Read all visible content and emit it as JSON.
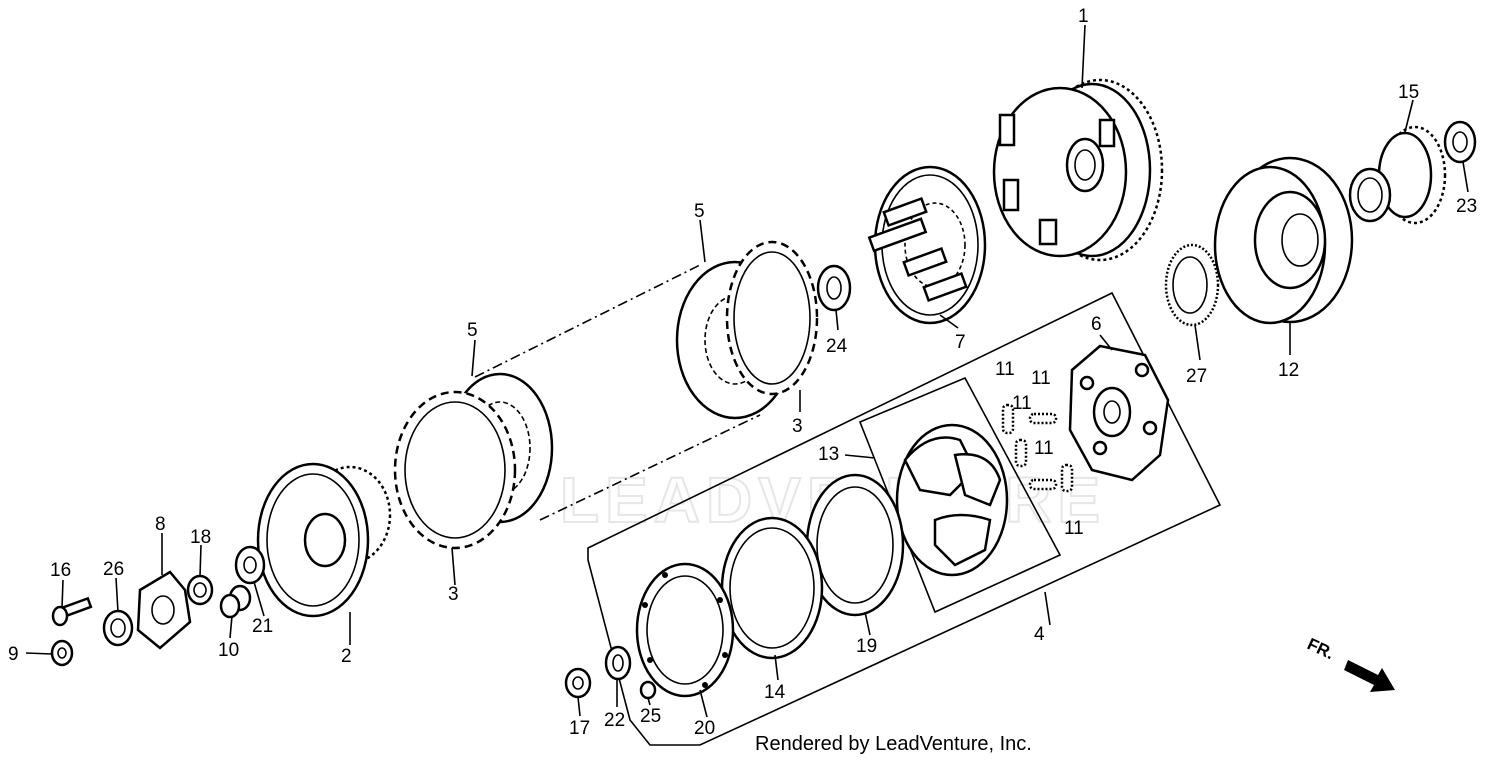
{
  "watermark": "LEADVENTURE",
  "callouts": [
    {
      "id": "c1",
      "text": "1"
    },
    {
      "id": "c2",
      "text": "2"
    },
    {
      "id": "c3a",
      "text": "3"
    },
    {
      "id": "c3b",
      "text": "3"
    },
    {
      "id": "c4",
      "text": "4"
    },
    {
      "id": "c5a",
      "text": "5"
    },
    {
      "id": "c5b",
      "text": "5"
    },
    {
      "id": "c6",
      "text": "6"
    },
    {
      "id": "c7",
      "text": "7"
    },
    {
      "id": "c8",
      "text": "8"
    },
    {
      "id": "c9",
      "text": "9"
    },
    {
      "id": "c10",
      "text": "10"
    },
    {
      "id": "c11a",
      "text": "11"
    },
    {
      "id": "c11b",
      "text": "11"
    },
    {
      "id": "c11c",
      "text": "11"
    },
    {
      "id": "c11d",
      "text": "11"
    },
    {
      "id": "c11e",
      "text": "11"
    },
    {
      "id": "c12",
      "text": "12"
    },
    {
      "id": "c13",
      "text": "13"
    },
    {
      "id": "c14",
      "text": "14"
    },
    {
      "id": "c15",
      "text": "15"
    },
    {
      "id": "c16",
      "text": "16"
    },
    {
      "id": "c17",
      "text": "17"
    },
    {
      "id": "c18",
      "text": "18"
    },
    {
      "id": "c19",
      "text": "19"
    },
    {
      "id": "c20",
      "text": "20"
    },
    {
      "id": "c21",
      "text": "21"
    },
    {
      "id": "c22",
      "text": "22"
    },
    {
      "id": "c23",
      "text": "23"
    },
    {
      "id": "c24",
      "text": "24"
    },
    {
      "id": "c25",
      "text": "25"
    },
    {
      "id": "c26",
      "text": "26"
    },
    {
      "id": "c27",
      "text": "27"
    }
  ],
  "direction_label": "FR.",
  "footer": "Rendered by LeadVenture, Inc."
}
